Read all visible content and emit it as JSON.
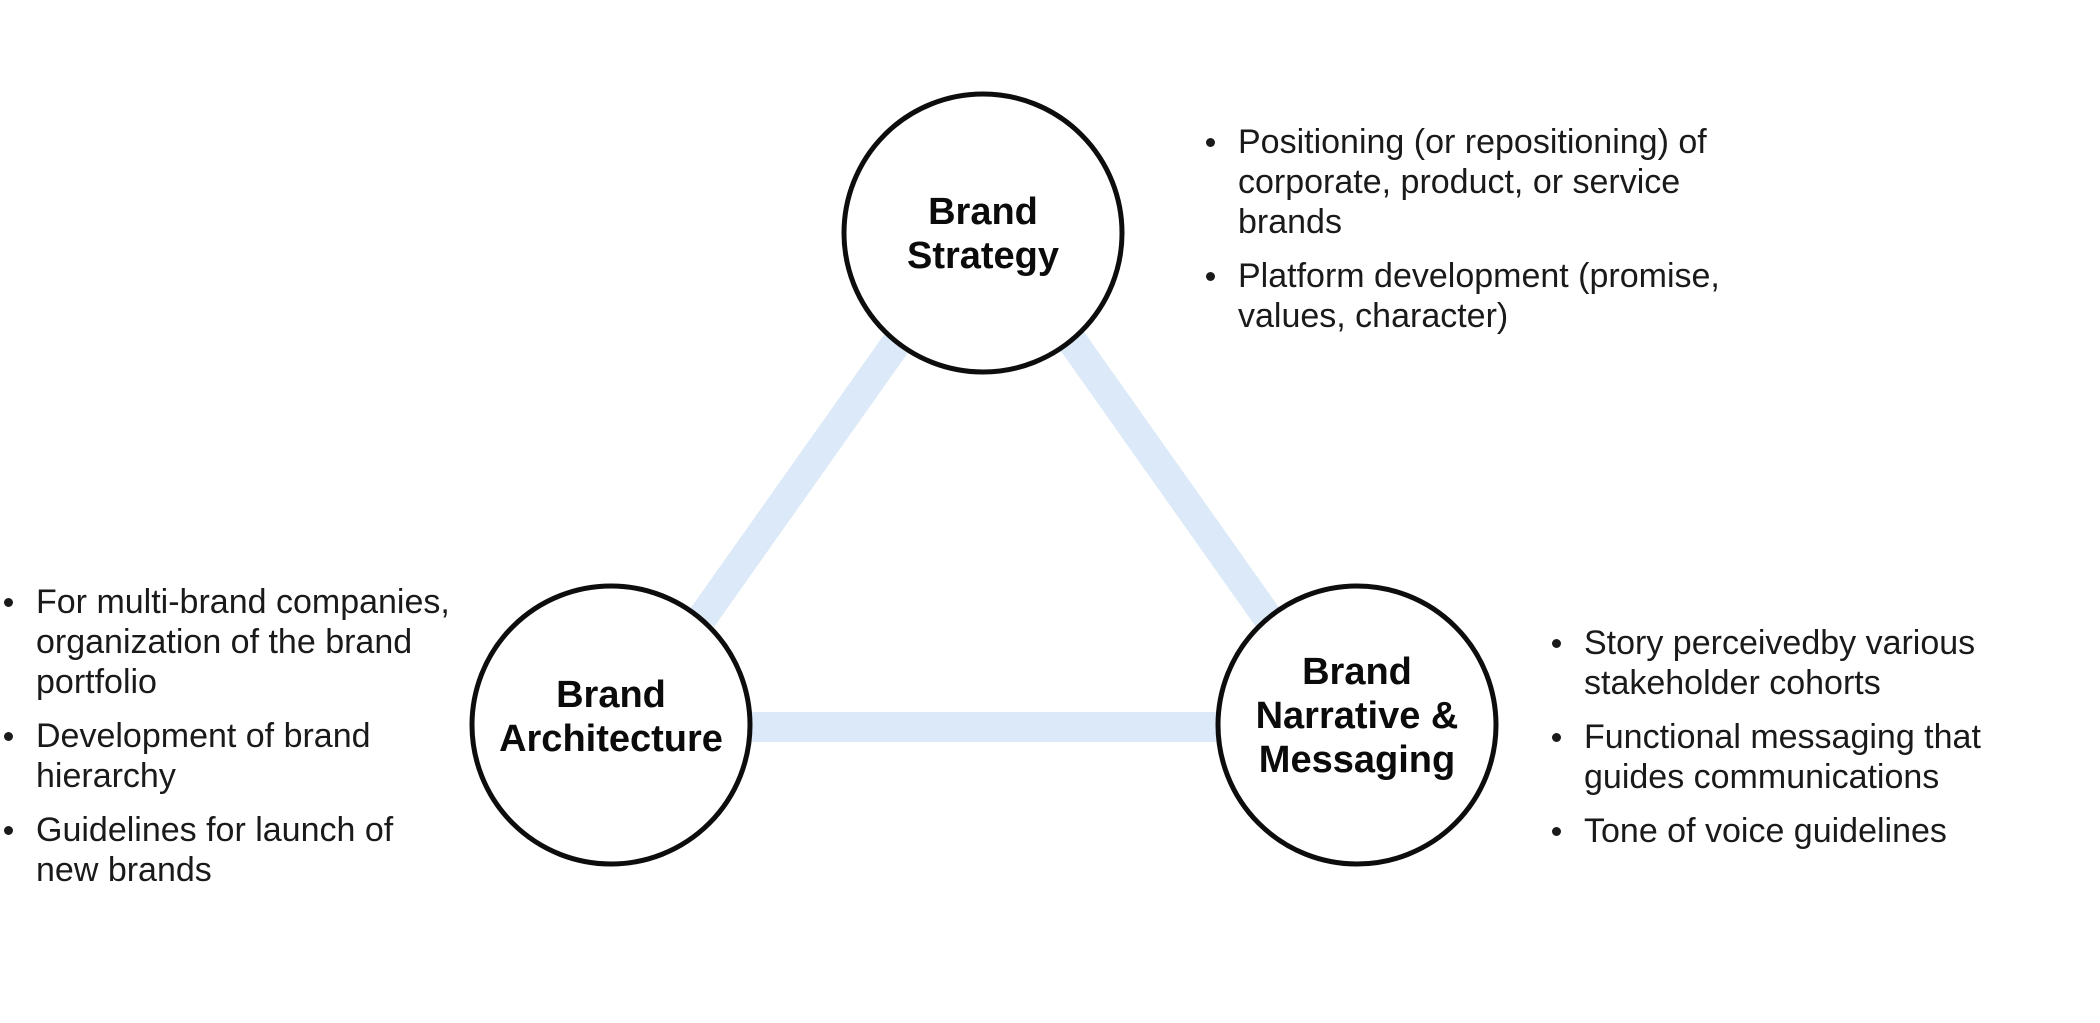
{
  "colors": {
    "connector": "#dbe9f8",
    "circle_stroke": "#0d0d0d",
    "text": "#1a1a1a"
  },
  "nodes": {
    "strategy": {
      "lines": [
        "Brand",
        "Strategy"
      ]
    },
    "architecture": {
      "lines": [
        "Brand",
        "Architecture"
      ]
    },
    "narrative": {
      "lines": [
        "Brand",
        "Narrative &",
        "Messaging"
      ]
    }
  },
  "bullets": {
    "strategy": [
      "Positioning (or repositioning) of corporate, product, or service brands",
      "Platform development (promise, values, character)"
    ],
    "architecture": [
      "For multi-brand companies, organization of the brand portfolio",
      "Development of brand hierarchy",
      "Guidelines for  launch of new brands"
    ],
    "narrative": [
      "Story perceivedby various stakeholder cohorts",
      "Functional messaging that guides communications",
      "Tone of voice guidelines"
    ]
  }
}
